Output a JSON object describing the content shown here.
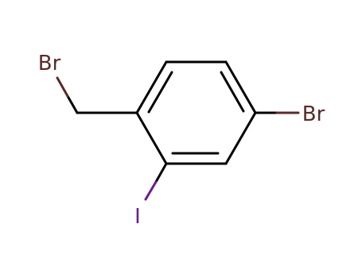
{
  "colors": {
    "background": "#ffffff",
    "bond": "#000000",
    "bromine": "#5a2a2a",
    "iodine": "#6a1b9a"
  },
  "atoms": {
    "br_benzyl": "Br",
    "br_ring": "Br",
    "iodine": "I"
  }
}
